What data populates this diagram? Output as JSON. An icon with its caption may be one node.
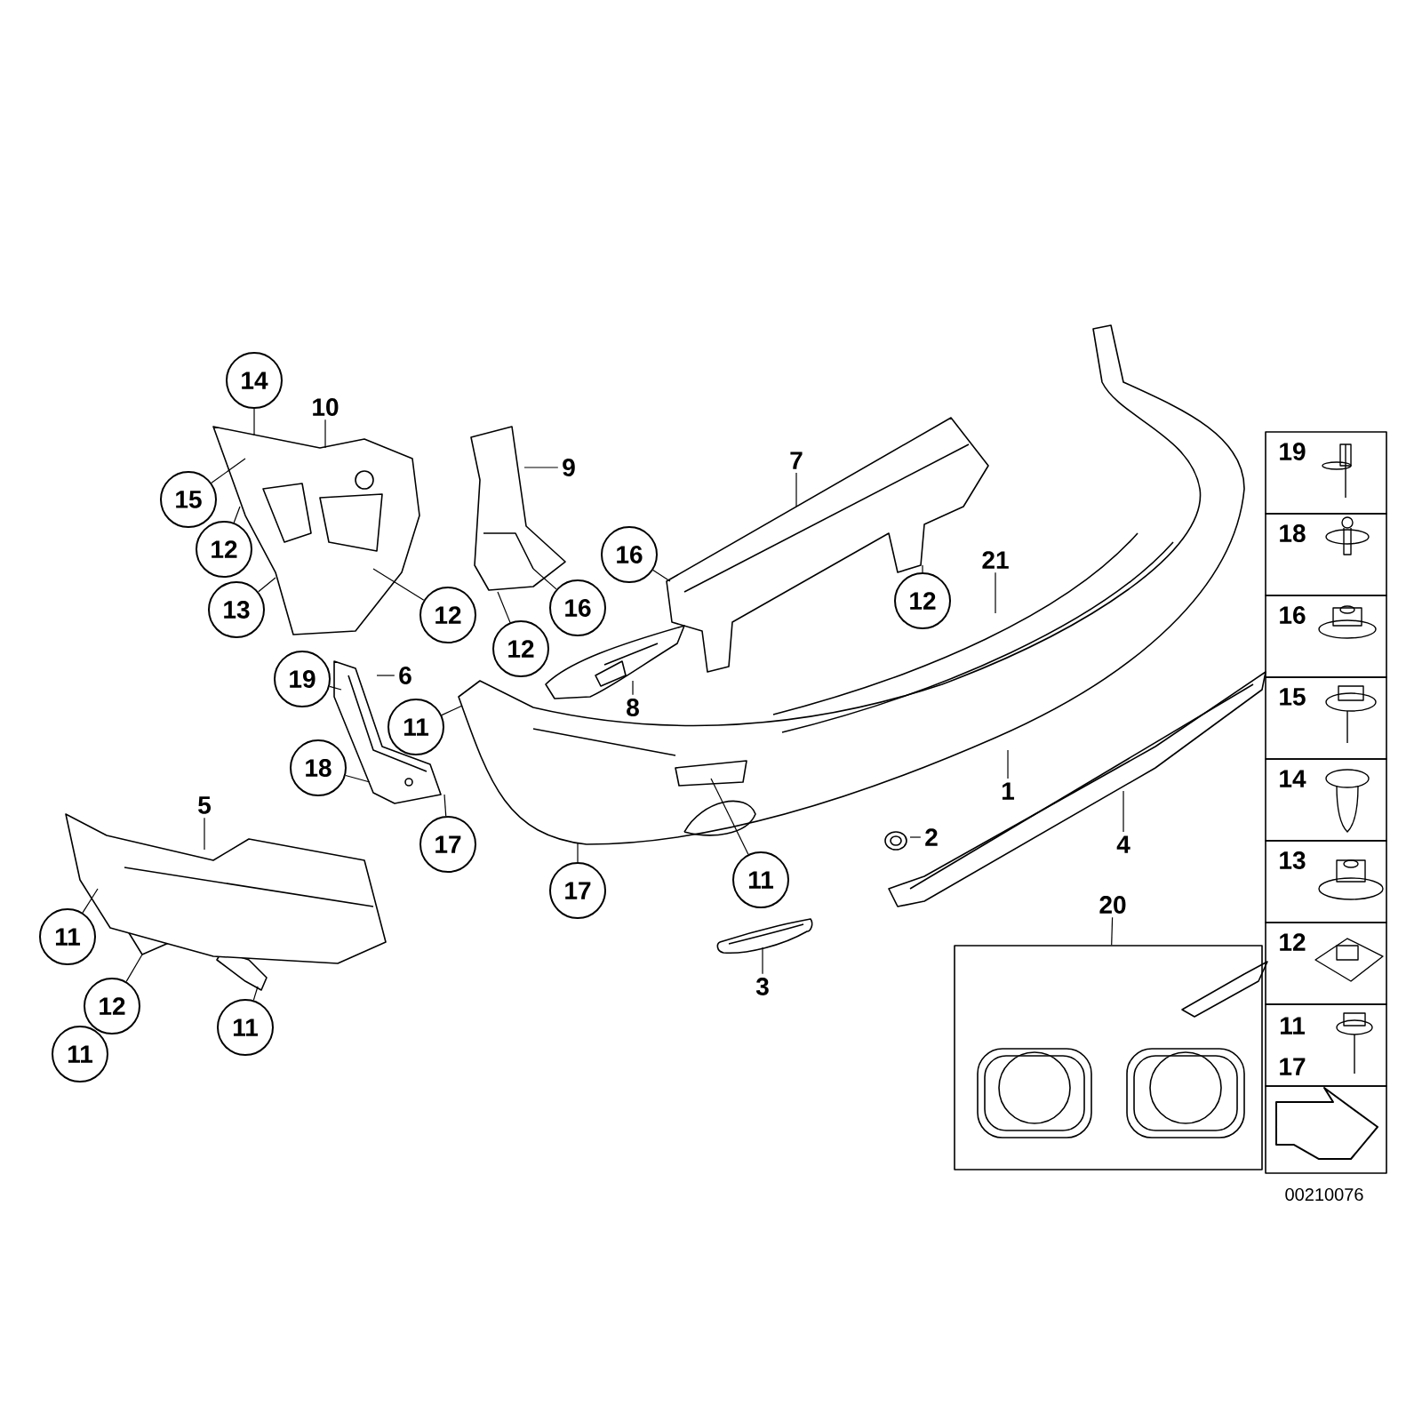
{
  "diagram": {
    "nodes": [
      {
        "text": [
          "14"
        ]
      },
      {
        "text": [
          "10"
        ]
      },
      {
        "text": [
          "15"
        ]
      },
      {
        "text": [
          "12"
        ]
      },
      {
        "text": [
          "13"
        ]
      },
      {
        "text": [
          "12"
        ]
      },
      {
        "text": [
          "9"
        ]
      },
      {
        "text": [
          "16"
        ]
      },
      {
        "text": [
          "12"
        ]
      },
      {
        "text": [
          "16"
        ]
      },
      {
        "text": [
          "7"
        ]
      },
      {
        "text": [
          "12"
        ]
      },
      {
        "text": [
          "21"
        ]
      },
      {
        "text": [
          "19"
        ]
      },
      {
        "text": [
          "6"
        ]
      },
      {
        "text": [
          "11"
        ]
      },
      {
        "text": [
          "18"
        ]
      },
      {
        "text": [
          "17"
        ]
      },
      {
        "text": [
          "8"
        ]
      },
      {
        "text": [
          "1"
        ]
      },
      {
        "text": [
          "17"
        ]
      },
      {
        "text": [
          "11"
        ]
      },
      {
        "text": [
          "2"
        ]
      },
      {
        "text": [
          "4"
        ]
      },
      {
        "text": [
          "5"
        ]
      },
      {
        "text": [
          "11"
        ]
      },
      {
        "text": [
          "12"
        ]
      },
      {
        "text": [
          "11"
        ]
      },
      {
        "text": [
          "11"
        ]
      },
      {
        "text": [
          "3"
        ]
      },
      {
        "text": [
          "20"
        ]
      },
      {
        "text": [],
        "shape": "box"
      },
      {
        "text": [],
        "shape": "picture"
      },
      {
        "text": [],
        "shape": "picture"
      },
      {
        "text": [],
        "shape": "picture"
      },
      {
        "text": [],
        "shape": "picture"
      },
      {
        "text": [],
        "shape": "picture"
      },
      {
        "text": [],
        "shape": "picture"
      },
      {
        "text": [],
        "shape": "picture"
      },
      {
        "text": [],
        "shape": "picture"
      },
      {
        "text": [],
        "shape": "picture"
      },
      {
        "text": [],
        "shape": "picture"
      }
    ],
    "edges": [
      {
        "from": 0,
        "to": 32,
        "arrow": "none"
      },
      {
        "from": 1,
        "to": 32,
        "arrow": "none"
      },
      {
        "from": 2,
        "to": 32,
        "arrow": "none"
      },
      {
        "from": 3,
        "to": 32,
        "arrow": "none"
      },
      {
        "from": 4,
        "to": 32,
        "arrow": "none"
      },
      {
        "from": 5,
        "to": 32,
        "arrow": "none"
      },
      {
        "from": 6,
        "to": 33,
        "arrow": "none"
      },
      {
        "from": 7,
        "to": 33,
        "arrow": "none"
      },
      {
        "from": 8,
        "to": 33,
        "arrow": "none"
      },
      {
        "from": 9,
        "to": 34,
        "arrow": "none"
      },
      {
        "from": 10,
        "to": 34,
        "arrow": "none"
      },
      {
        "from": 11,
        "to": 34,
        "arrow": "none"
      },
      {
        "from": 12,
        "to": 35,
        "arrow": "none"
      },
      {
        "from": 13,
        "to": 37,
        "arrow": "none"
      },
      {
        "from": 14,
        "to": 37,
        "arrow": "none"
      },
      {
        "from": 15,
        "to": 35,
        "arrow": "none"
      },
      {
        "from": 16,
        "to": 37,
        "arrow": "none"
      },
      {
        "from": 17,
        "to": 37,
        "arrow": "none"
      },
      {
        "from": 18,
        "to": 36,
        "arrow": "none"
      },
      {
        "from": 19,
        "to": 35,
        "arrow": "none"
      },
      {
        "from": 20,
        "to": 35,
        "arrow": "none"
      },
      {
        "from": 21,
        "to": 35,
        "arrow": "none"
      },
      {
        "from": 22,
        "to": 38,
        "arrow": "none"
      },
      {
        "from": 23,
        "to": 39,
        "arrow": "none"
      },
      {
        "from": 24,
        "to": 40,
        "arrow": "none"
      },
      {
        "from": 25,
        "to": 40,
        "arrow": "none"
      },
      {
        "from": 26,
        "to": 40,
        "arrow": "none"
      },
      {
        "from": 27,
        "to": 40,
        "arrow": "none"
      },
      {
        "from": 29,
        "to": 41,
        "arrow": "none"
      },
      {
        "from": 30,
        "to": 31,
        "arrow": "none"
      }
    ],
    "labels": [
      "19",
      "18",
      "16",
      "15",
      "14",
      "13",
      "12",
      "11",
      "17",
      "00210076"
    ]
  }
}
